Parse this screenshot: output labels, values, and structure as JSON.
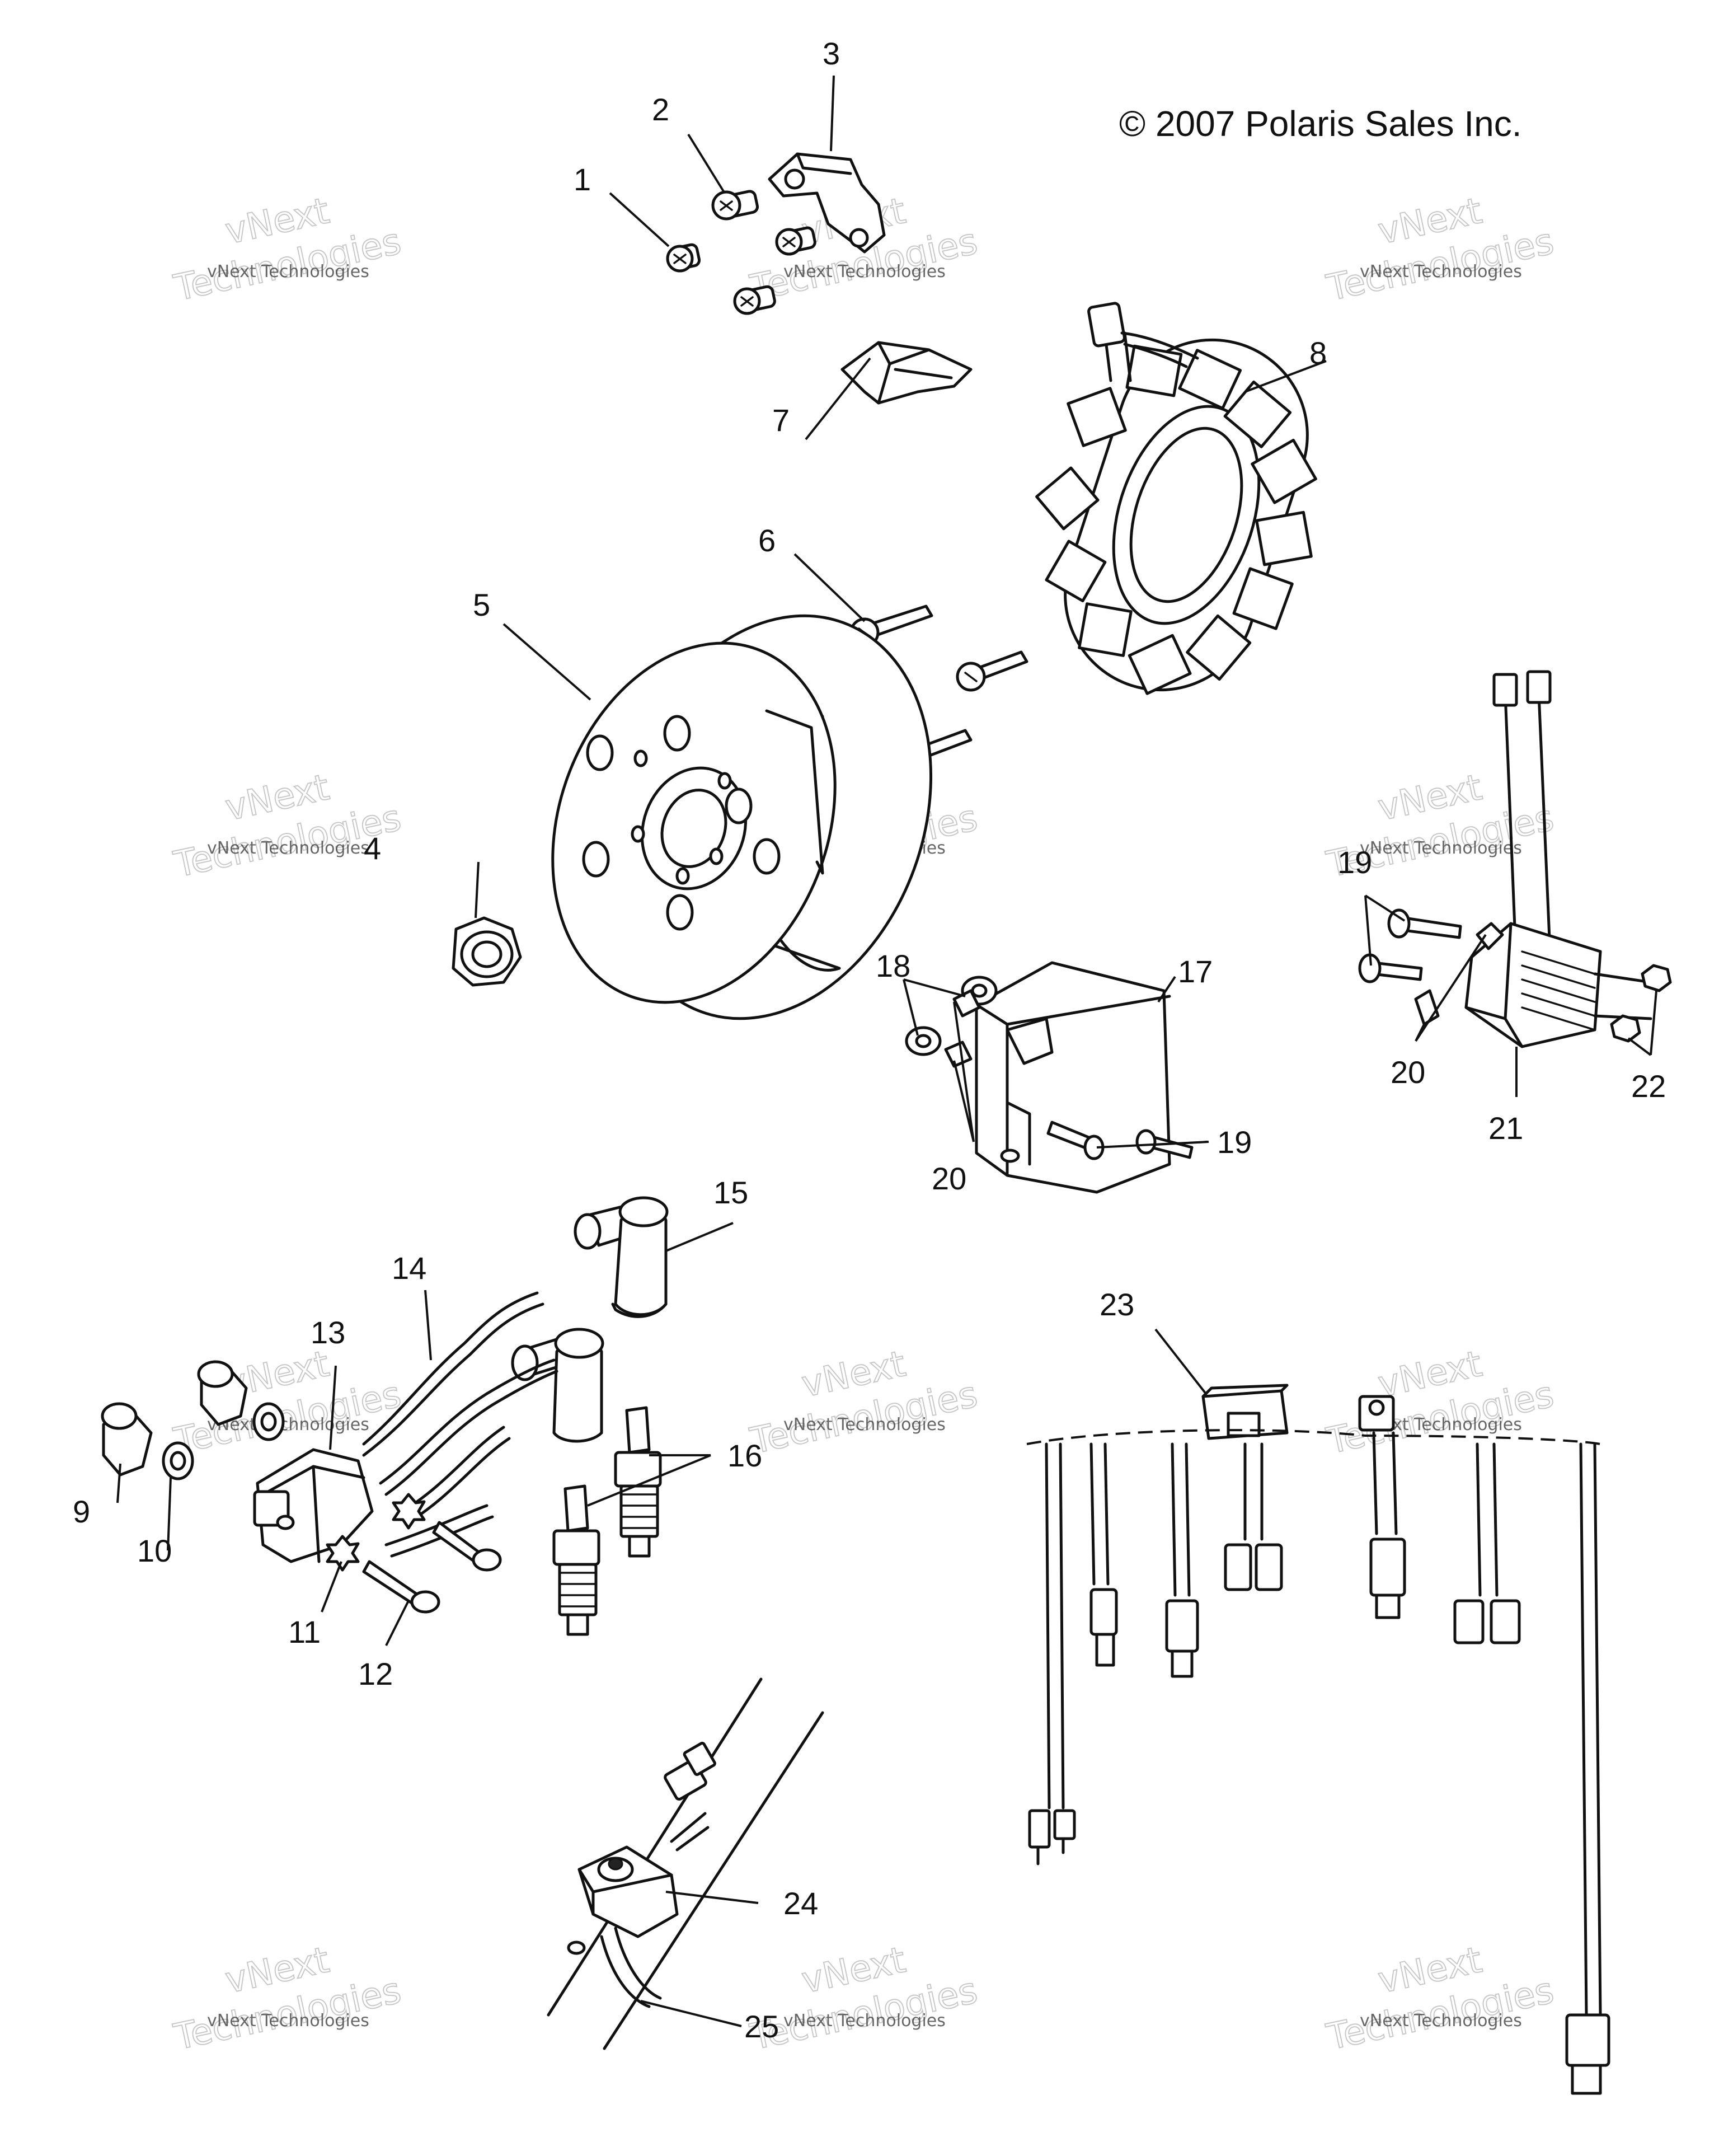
{
  "copyright": "© 2007 Polaris Sales Inc.",
  "watermark": {
    "line1": "vNext Technologies",
    "line2": "vNext",
    "line3": "Technologies"
  },
  "callouts": {
    "c1": "1",
    "c2": "2",
    "c3": "3",
    "c4": "4",
    "c5": "5",
    "c6": "6",
    "c7": "7",
    "c8": "8",
    "c9": "9",
    "c10": "10",
    "c11": "11",
    "c12": "12",
    "c13": "13",
    "c14": "14",
    "c15": "15",
    "c16": "16",
    "c17": "17",
    "c18": "18",
    "c19a": "19",
    "c19b": "19",
    "c20a": "20",
    "c20b": "20",
    "c21": "21",
    "c22": "22",
    "c23": "23",
    "c24": "24",
    "c25": "25"
  },
  "colors": {
    "ink": "#111111",
    "watermark": "#bbbbbb"
  }
}
